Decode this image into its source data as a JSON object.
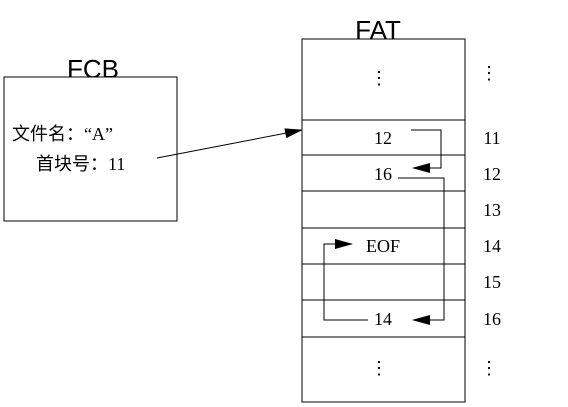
{
  "fcb": {
    "title": "FCB",
    "filename_line": "文件名：“A”",
    "firstblock_line": "首块号：11"
  },
  "fat": {
    "title": "FAT",
    "top_ellipsis": "⋮",
    "bottom_ellipsis": "⋮",
    "entries": [
      {
        "value": "12"
      },
      {
        "value": "16"
      },
      {
        "value": ""
      },
      {
        "value": "EOF"
      },
      {
        "value": ""
      },
      {
        "value": "14"
      }
    ],
    "index_labels": [
      "11",
      "12",
      "13",
      "14",
      "15",
      "16"
    ],
    "index_top_ellipsis": "⋮",
    "index_bottom_ellipsis": "⋮"
  }
}
